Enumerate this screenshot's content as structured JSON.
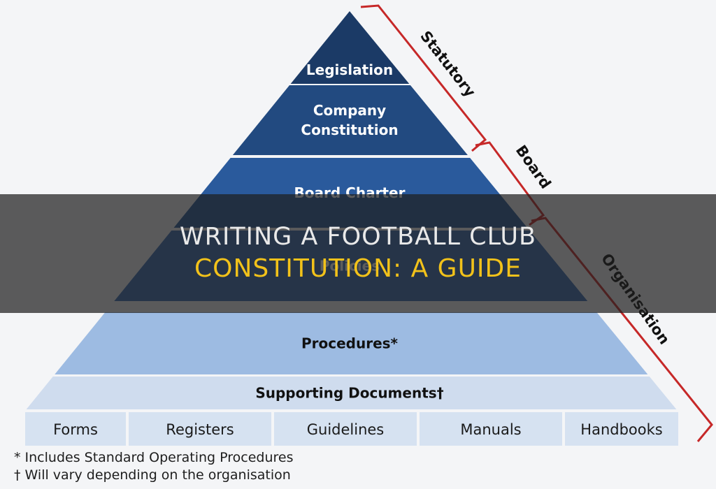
{
  "pyramid": {
    "levels": [
      {
        "lines": [
          "Legislation"
        ],
        "fill": "#1b3a66",
        "text_color": "#ffffff"
      },
      {
        "lines": [
          "Company",
          "Constitution"
        ],
        "fill": "#224a80",
        "text_color": "#ffffff"
      },
      {
        "lines": [
          "Board Charter"
        ],
        "fill": "#2a5a9c",
        "text_color": "#ffffff"
      },
      {
        "lines": [
          "Policies"
        ],
        "fill": "#3b6db4",
        "text_color": "#ffffff"
      },
      {
        "lines": [
          "Procedures*"
        ],
        "fill": "#9dbbe2",
        "text_color": "#111111"
      },
      {
        "lines": [
          "Supporting Documents†"
        ],
        "fill": "#cfdcee",
        "text_color": "#111111"
      }
    ],
    "base_row": {
      "fill": "#d6e2f1",
      "cells": [
        "Forms",
        "Registers",
        "Guidelines",
        "Manuals",
        "Handbooks"
      ]
    }
  },
  "brackets": {
    "color": "#c62828",
    "labels": [
      "Statutory",
      "Board",
      "Organisation"
    ]
  },
  "footnotes": [
    "* Includes Standard Operating Procedures",
    "† Will vary depending on the organisation"
  ],
  "overlay": {
    "line1": "WRITING A FOOTBALL CLUB",
    "line2": "CONSTITUTION: A GUIDE"
  }
}
